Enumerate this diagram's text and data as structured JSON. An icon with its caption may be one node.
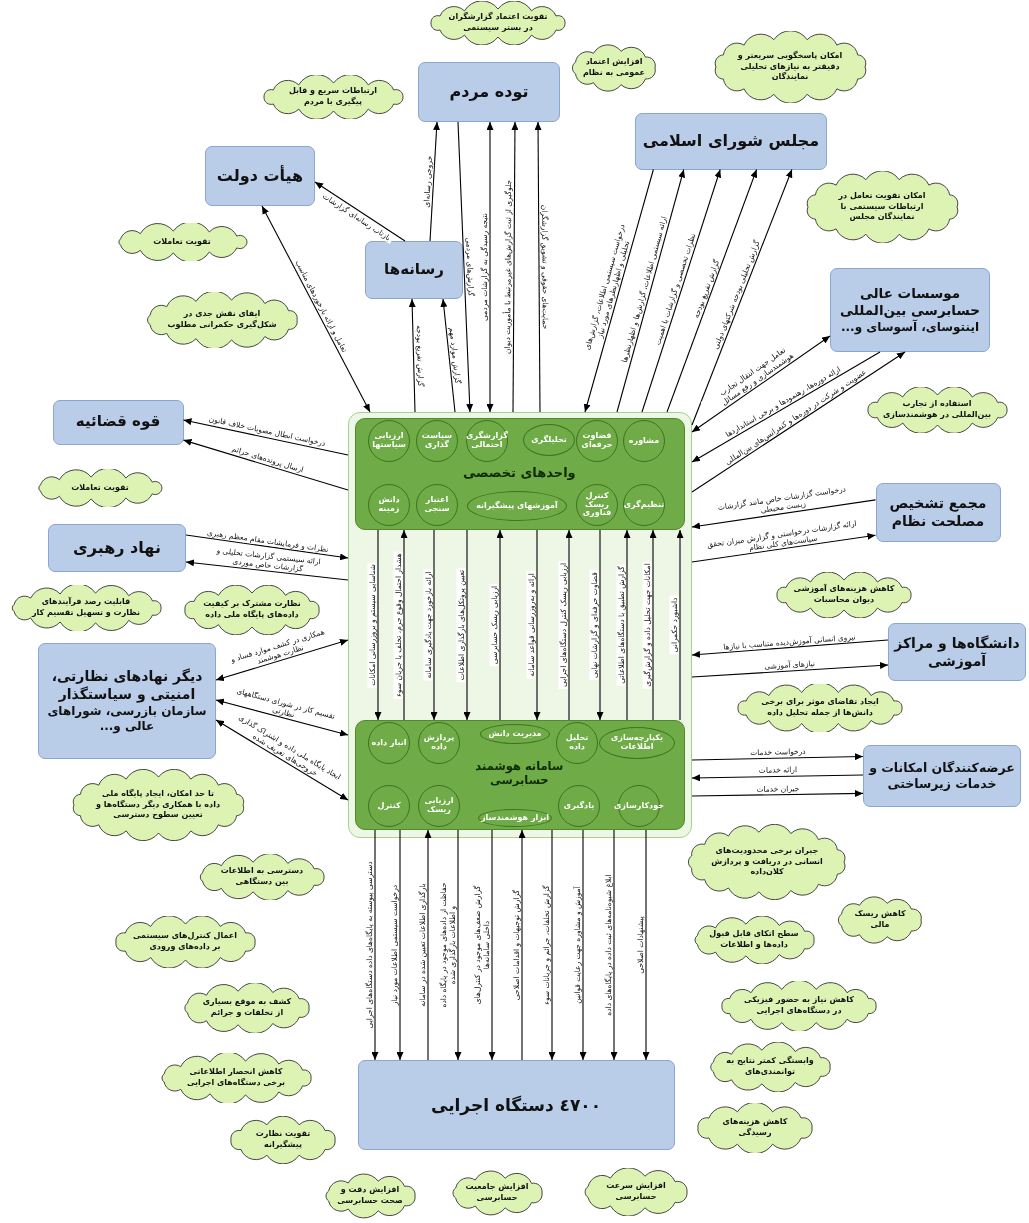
{
  "diagram": {
    "nodes": [
      {
        "text": [
          "توده مردم"
        ]
      },
      {
        "text": [
          "هیأت دولت"
        ]
      },
      {
        "text": [
          "رسانه‌ها"
        ]
      },
      {
        "text": [
          "مجلس شورای اسلامی"
        ]
      },
      {
        "text": [
          "موسسات عالی حسابرسی بین‌المللی",
          "اینتوسای، آسوسای و..."
        ]
      },
      {
        "text": [
          "قوه قضائیه"
        ]
      },
      {
        "text": [
          "نهاد رهبری"
        ]
      },
      {
        "text": [
          "دیگر نهادهای نظارتی، امنیتی و سیاستگذار",
          "سازمان بازرسی، شوراهای عالی و..."
        ]
      },
      {
        "text": [
          "مجمع تشخیص مصلحت نظام"
        ]
      },
      {
        "text": [
          "دانشگاه‌ها و مراکز آموزشی"
        ]
      },
      {
        "text": [
          "عرضه‌کنندگان امکانات و خدمات زیرساختی"
        ]
      },
      {
        "text": [],
        "shape": "box"
      },
      {
        "text": [
          "واحدهای تخصصی"
        ],
        "in": 11
      },
      {
        "text": [
          "مشاوره"
        ],
        "in": 12
      },
      {
        "text": [
          "قضاوت حرفه‌ای"
        ],
        "in": 12
      },
      {
        "text": [
          "تحلیلگری"
        ],
        "in": 12
      },
      {
        "text": [
          "گزارشگری احتمالی"
        ],
        "in": 12
      },
      {
        "text": [
          "سیاست گذاری"
        ],
        "in": 12
      },
      {
        "text": [
          "ارزیابی سیاستها"
        ],
        "in": 12
      },
      {
        "text": [
          "تنظیم‌گری"
        ],
        "in": 12
      },
      {
        "text": [
          "کنترل ریسک فناوری"
        ],
        "in": 12
      },
      {
        "text": [
          "آموزشهای پیشگیرانه"
        ],
        "in": 12
      },
      {
        "text": [
          "اعتبار سنجی"
        ],
        "in": 12
      },
      {
        "text": [
          "دانش زمینه"
        ],
        "in": 12
      },
      {
        "text": [
          "سامانه هوشمند حسابرسی"
        ],
        "in": 11
      },
      {
        "text": [
          "یکپارچه‌سازی اطلاعات"
        ],
        "in": 24
      },
      {
        "text": [
          "تحلیل داده"
        ],
        "in": 24
      },
      {
        "text": [
          "مدیریت دانش"
        ],
        "in": 24
      },
      {
        "text": [
          "پردازش داده"
        ],
        "in": 24
      },
      {
        "text": [
          "انبار داده"
        ],
        "in": 24
      },
      {
        "text": [
          "خودکارسازی"
        ],
        "in": 24
      },
      {
        "text": [
          "یادگیری"
        ],
        "in": 24
      },
      {
        "text": [
          "ابزار هوشمندساز"
        ],
        "in": 24
      },
      {
        "text": [
          "ارزیابی ریسک"
        ],
        "in": 24
      },
      {
        "text": [
          "کنترل"
        ],
        "in": 24
      },
      {
        "text": [
          "٤٧٠٠ دستگاه اجرایی"
        ]
      },
      {
        "text": [
          "تقویت اعتماد گزارشگران در بستر سیستمی"
        ]
      },
      {
        "text": [
          "افزایش اعتماد عمومی به نظام"
        ]
      },
      {
        "text": [
          "امکان پاسخگویی سریعتر و دقیقتر به نیازهای تحلیلی نمایندگان"
        ]
      },
      {
        "text": [
          "ارتباطات سریع و قابل پیگیری با مردم"
        ]
      },
      {
        "text": [
          "تقویت تعاملات"
        ]
      },
      {
        "text": [
          "امکان تقویت تعامل در ارتباطات سیستمی با نمایندگان مجلس"
        ]
      },
      {
        "text": [
          "ایفای نقش جدی در شکل‌گیری حکمرانی مطلوب"
        ]
      },
      {
        "text": [
          "استفاده از تجارب بین‌المللی در هوشمندسازی"
        ]
      },
      {
        "text": [
          "تقویت تعاملات"
        ]
      },
      {
        "text": [
          "کاهش هزینه‌های آموزشی دیوان محاسبات"
        ]
      },
      {
        "text": [
          "قابلیت رصد فرآیندهای نظارت و تسهیل تقسیم کار"
        ]
      },
      {
        "text": [
          "نظارت مشترک بر کیفیت داده‌های پایگاه ملی داده"
        ]
      },
      {
        "text": [
          "ایجاد تقاضای موثر برای برخی دانش‌ها از جمله تحلیل داده"
        ]
      },
      {
        "text": [
          "تا حد امکان، ایجاد پایگاه ملی داده با همکاری دیگر دستگاه‌ها و تعیین سطوح دسترسی"
        ]
      },
      {
        "text": [
          "دسترسی به اطلاعات بین دستگاهی"
        ]
      },
      {
        "text": [
          "اعمال کنترل‌های سیستمی بر داده‌های ورودی"
        ]
      },
      {
        "text": [
          "کشف به موقع بسیاری از تخلفات و جرائم"
        ]
      },
      {
        "text": [
          "کاهش انحصار اطلاعاتی برخی دستگاه‌های اجرایی"
        ]
      },
      {
        "text": [
          "تقویت نظارت پیشگیرانه"
        ]
      },
      {
        "text": [
          "افزایش دقت و صحت حسابرسی"
        ]
      },
      {
        "text": [
          "افزایش جامعیت حسابرسی"
        ]
      },
      {
        "text": [
          "افزایش سرعت حسابرسی"
        ]
      },
      {
        "text": [
          "جبران برخی محدودیت‌های انسانی در دریافت و پردازش کلان‌داده"
        ]
      },
      {
        "text": [
          "کاهش ریسک مالی"
        ]
      },
      {
        "text": [
          "سطح اتکای قابل قبول داده‌ها و اطلاعات"
        ]
      },
      {
        "text": [
          "کاهش نیاز به حضور فیزیکی در دستگاه‌های اجرایی"
        ]
      },
      {
        "text": [
          "وابستگی کمتر نتایج به توانمندی‌های"
        ]
      },
      {
        "text": [
          "کاهش هزینه‌های رسیدگی"
        ]
      }
    ],
    "edges": [
      {
        "from": 2,
        "to": 0,
        "arrow": "to",
        "label": "خروجی رسانه‌ای"
      },
      {
        "from": 2,
        "to": 1,
        "arrow": "to",
        "label": "بازتاب رسانه‌ای گزارشات"
      },
      {
        "from": 11,
        "to": 2,
        "arrow": "to",
        "label": "گزارش تفریغ بودجه"
      },
      {
        "from": 11,
        "to": 2,
        "arrow": "to",
        "label": "گزارش موارد مهم"
      },
      {
        "from": 0,
        "to": 11,
        "arrow": "to",
        "label": "گزارش‌های مردمی"
      },
      {
        "from": 11,
        "to": 0,
        "arrow": "both",
        "label": "نتیجه رسیدگی به گزارشات مردمی"
      },
      {
        "from": 11,
        "to": 0,
        "arrow": "to",
        "label": "جلوگیری از ثبت گزارش‌های غیرمرتبط با مأموریت دیوان"
      },
      {
        "from": 11,
        "to": 0,
        "arrow": "to",
        "label": "حمایت‌های حقوقی و تشویق گزارشگران"
      },
      {
        "from": 11,
        "to": 1,
        "arrow": "both",
        "label": "تعامل و ارائه بازخوردهای مناسب"
      },
      {
        "from": 3,
        "to": 11,
        "arrow": "to",
        "label": "درخواست سیستمی اطلاعات، گزارش‌های تحلیلی و اظهارنظرهای مورد نیاز"
      },
      {
        "from": 11,
        "to": 3,
        "arrow": "to",
        "label": "ارائه سیستمی اطلاعات، گزارش‌ها و اظهارنظرها"
      },
      {
        "from": 11,
        "to": 3,
        "arrow": "to",
        "label": "نظرات تخصصی و گزارشات با اهمیت"
      },
      {
        "from": 11,
        "to": 3,
        "arrow": "to",
        "label": "گزارش تفریغ بودجه"
      },
      {
        "from": 11,
        "to": 3,
        "arrow": "to",
        "label": "گزارش تحلیلی بودجه شرکتهای دولتی"
      },
      {
        "from": 11,
        "to": 4,
        "arrow": "both",
        "label": "تعامل جهت انتقال تجارب هوشمندسازی و رفع مسائل"
      },
      {
        "from": 4,
        "to": 11,
        "arrow": "to",
        "label": "ارائه دوره‌ها، رهنمودها و برخی استانداردها"
      },
      {
        "from": 11,
        "to": 4,
        "arrow": "to",
        "label": "عضویت و شرکت در دوره‌ها و کنفرانس‌های بین‌المللی"
      },
      {
        "from": 11,
        "to": 5,
        "arrow": "to",
        "label": "درخواست ابطال مصوبات خلاف قانون"
      },
      {
        "from": 11,
        "to": 5,
        "arrow": "to",
        "label": "ارسال پرونده‌های جرائم"
      },
      {
        "from": 6,
        "to": 11,
        "arrow": "to",
        "label": "نظرات و فرمایشات مقام معظم رهبری"
      },
      {
        "from": 11,
        "to": 6,
        "arrow": "to",
        "label": "ارائه سیستمی گزارشات تحلیلی و گزارشات خاص موردی"
      },
      {
        "from": 7,
        "to": 11,
        "arrow": "both",
        "label": "همکاری در کشف موارد فساد و نظارت هوشمند"
      },
      {
        "from": 7,
        "to": 11,
        "arrow": "both",
        "label": "تقسیم کار در شورای دستگاههای نظارتی"
      },
      {
        "from": 7,
        "to": 11,
        "arrow": "both",
        "label": "ایجاد پایگاه ملی داده و اشتراک گذاری خروجی‌های تعریف شده"
      },
      {
        "from": 8,
        "to": 11,
        "arrow": "to",
        "label": "درخواست گزارشات خاص مانند گزارشات زیست محیطی"
      },
      {
        "from": 11,
        "to": 8,
        "arrow": "to",
        "label": "ارائه گزارشات درخواستی و گزارش میزان تحقق سیاست‌های کلی نظام"
      },
      {
        "from": 9,
        "to": 11,
        "arrow": "to",
        "label": "نیروی انسانی آموزش‌دیده متناسب با نیازها"
      },
      {
        "from": 11,
        "to": 9,
        "arrow": "to",
        "label": "نیازهای آموزشی"
      },
      {
        "from": 11,
        "to": 10,
        "arrow": "to",
        "label": "درخواست خدمات"
      },
      {
        "from": 10,
        "to": 11,
        "arrow": "to",
        "label": "ارائه خدمات"
      },
      {
        "from": 11,
        "to": 10,
        "arrow": "to",
        "label": "جبران خدمات"
      },
      {
        "from": 12,
        "to": 24,
        "arrow": "to",
        "label": "شناسایی سیستم و بروزرسانی امکانات"
      },
      {
        "from": 24,
        "to": 12,
        "arrow": "to",
        "label": "هشدار احتمال وقوع جرم، تخلف یا جریان سوء"
      },
      {
        "from": 12,
        "to": 24,
        "arrow": "to",
        "label": "ارائه بازخورد جهت یادگیری سامانه"
      },
      {
        "from": 12,
        "to": 24,
        "arrow": "to",
        "label": "تعیین پروتکل‌های بارگذاری اطلاعات"
      },
      {
        "from": 24,
        "to": 12,
        "arrow": "to",
        "label": "ارزیابی ریسک حسابرسی"
      },
      {
        "from": 12,
        "to": 24,
        "arrow": "to",
        "label": "ارائه و به‌روزرسانی قواعد سامانه"
      },
      {
        "from": 24,
        "to": 12,
        "arrow": "to",
        "label": "ارزیابی ریسک کنترل دستگاه‌های اجرایی"
      },
      {
        "from": 12,
        "to": 24,
        "arrow": "to",
        "label": "قضاوت حرفه‌ای و گزارشات نهایی"
      },
      {
        "from": 24,
        "to": 12,
        "arrow": "to",
        "label": "گزارش تطبیق با دستگاه‌های اطلاعاتی"
      },
      {
        "from": 24,
        "to": 12,
        "arrow": "to",
        "label": "امکانات جهت تحلیل داده و گزارش‌گیری"
      },
      {
        "from": 24,
        "to": 12,
        "arrow": "to",
        "label": "داشبورد حکمرانی"
      },
      {
        "from": 24,
        "to": 35,
        "arrow": "to",
        "label": "دسترسی پیوسته به پایگاه‌های داده دستگاه‌های اجرایی"
      },
      {
        "from": 24,
        "to": 35,
        "arrow": "to",
        "label": "درخواست سیستمی اطلاعات مورد نیاز"
      },
      {
        "from": 35,
        "to": 24,
        "arrow": "to",
        "label": "بارگذاری اطلاعات تعیین شده در سامانه"
      },
      {
        "from": 24,
        "to": 35,
        "arrow": "to",
        "label": "حفاظت از داده‌های موجود در پایگاه داده و اطلاعات بارگذاری شده"
      },
      {
        "from": 24,
        "to": 35,
        "arrow": "to",
        "label": "گزارش ضعف‌های موجود در کنترل‌های داخلی سامانه‌ها"
      },
      {
        "from": 35,
        "to": 24,
        "arrow": "to",
        "label": "گزارش توجیهات و اقدامات اصلاحی"
      },
      {
        "from": 24,
        "to": 35,
        "arrow": "to",
        "label": "گزارش تخلفات، جرائم و جریانات سوء"
      },
      {
        "from": 24,
        "to": 35,
        "arrow": "to",
        "label": "آموزش و مشاوره جهت رعایت قوانین"
      },
      {
        "from": 24,
        "to": 35,
        "arrow": "to",
        "label": "ابلاغ شیوه‌نامه‌های ثبت داده در پایگاه‌های داده"
      },
      {
        "from": 24,
        "to": 35,
        "arrow": "to",
        "label": "پیشنهادات اصلاحی"
      }
    ]
  }
}
